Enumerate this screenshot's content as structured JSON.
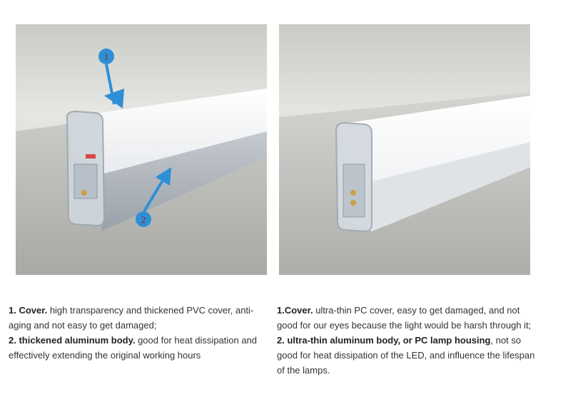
{
  "left_panel": {
    "markers": [
      "1",
      "2"
    ],
    "caption": [
      {
        "bold": "1. Cover.",
        "text": " high transparency and thickened PVC cover, anti-aging and not easy to get damaged;"
      },
      {
        "bold": "2. thickened aluminum body.",
        "text": " good for heat dissipation and effectively extending the original working hours"
      }
    ]
  },
  "right_panel": {
    "caption": [
      {
        "bold": "1.Cover.",
        "text": " ultra-thin PC cover, easy to get damaged, and not good for our eyes because the light would be harsh through it;"
      },
      {
        "bold": "2. ultra-thin aluminum body, or PC lamp housing",
        "text": ", not so good for heat dissipation of the LED, and influence the lifespan of the lamps."
      }
    ]
  },
  "colors": {
    "marker_blue": "#2f8fd6",
    "marker_text": "#9a1a1a",
    "caption_text": "#333333"
  }
}
